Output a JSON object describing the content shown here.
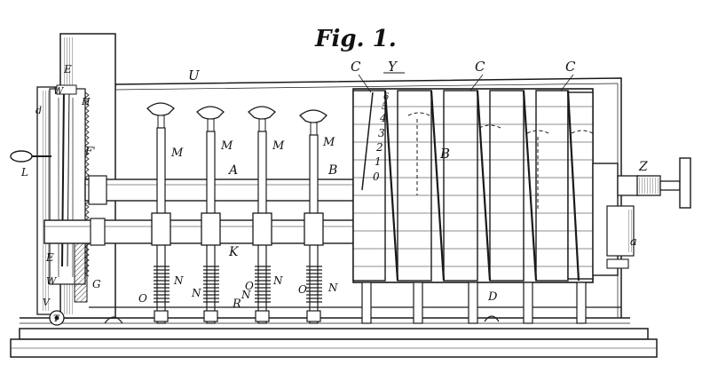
{
  "figure": {
    "title": "Fig. 1."
  },
  "labels": {
    "U": "U",
    "Y": "Y",
    "C": "C",
    "A": "A",
    "B": "B",
    "M": "M",
    "K": "K",
    "N": "N",
    "O": "O",
    "R": "R",
    "D": "D",
    "Z": "Z",
    "a": "a",
    "E": "E",
    "W": "W",
    "H": "H",
    "d": "d",
    "F": "F'",
    "L": "L",
    "G": "G",
    "V": "V",
    "T": "T"
  },
  "dial_numbers": [
    "6",
    "5",
    "4",
    "3",
    "2",
    "1",
    "0"
  ]
}
